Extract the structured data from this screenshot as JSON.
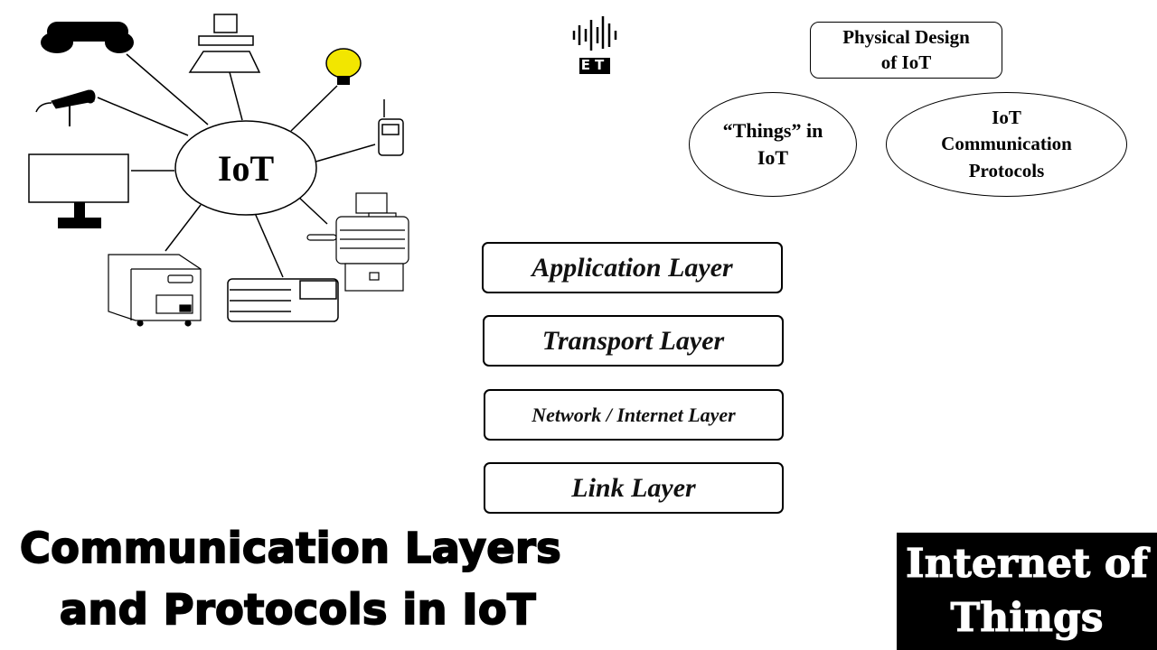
{
  "hub": {
    "label": "IoT"
  },
  "devices": [
    "telephone",
    "desktop-computer",
    "light-bulb",
    "walkie-talkie",
    "microphone",
    "monitor",
    "industrial-motor",
    "server-unit",
    "printer-cabinet"
  ],
  "logo": {
    "text": "ET"
  },
  "physical_design": {
    "title_line1": "Physical Design",
    "title_line2": "of IoT"
  },
  "things": {
    "line1": "“Things” in",
    "line2": "IoT"
  },
  "protocols": {
    "line1": "IoT",
    "line2": "Communication",
    "line3": "Protocols"
  },
  "layers": [
    {
      "label": "Application Layer"
    },
    {
      "label": "Transport Layer"
    },
    {
      "label": "Network / Internet Layer"
    },
    {
      "label": "Link Layer"
    }
  ],
  "title": {
    "line1": "Communication Layers",
    "line2": "and Protocols in IoT"
  },
  "badge": {
    "line1": "Internet of",
    "line2": "Things"
  },
  "colors": {
    "bulb": "#f2e600",
    "ink": "#000000"
  }
}
